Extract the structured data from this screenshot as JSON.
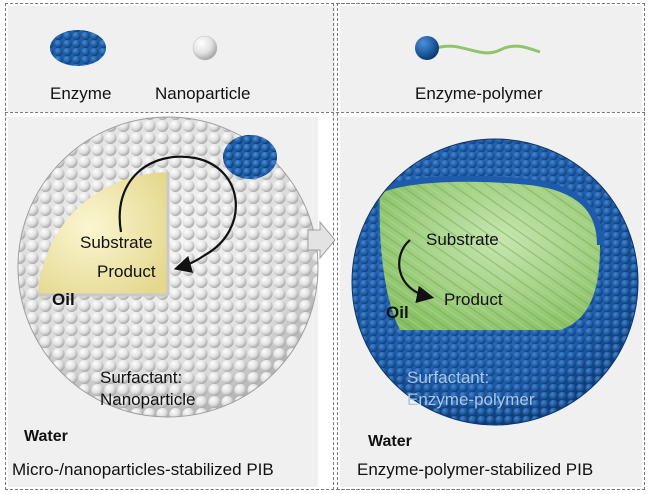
{
  "legend": {
    "enzyme_label": "Enzyme",
    "nanoparticle_label": "Nanoparticle",
    "enzyme_polymer_label": "Enzyme-polymer"
  },
  "left_panel": {
    "substrate": "Substrate",
    "product": "Product",
    "oil": "Oil",
    "surfactant_line1": "Surfactant:",
    "surfactant_line2": "Nanoparticle",
    "water": "Water",
    "caption": "Micro-/nanoparticles-stabilized PIB"
  },
  "right_panel": {
    "substrate": "Substrate",
    "product": "Product",
    "oil": "Oil",
    "surfactant_line1": "Surfactant:",
    "surfactant_line2": "Enzyme-polymer",
    "water": "Water",
    "caption": "Enzyme-polymer-stabilized PIB"
  },
  "colors": {
    "enzyme_blue": "#1f5fa8",
    "nanoparticle_grey": "#e4e4e4",
    "oil_yellow": "#efe6a4",
    "oil_green": "#9ccf7e",
    "polymer_green": "#8fc46a",
    "text_light_blue": "#a9c6e8"
  }
}
